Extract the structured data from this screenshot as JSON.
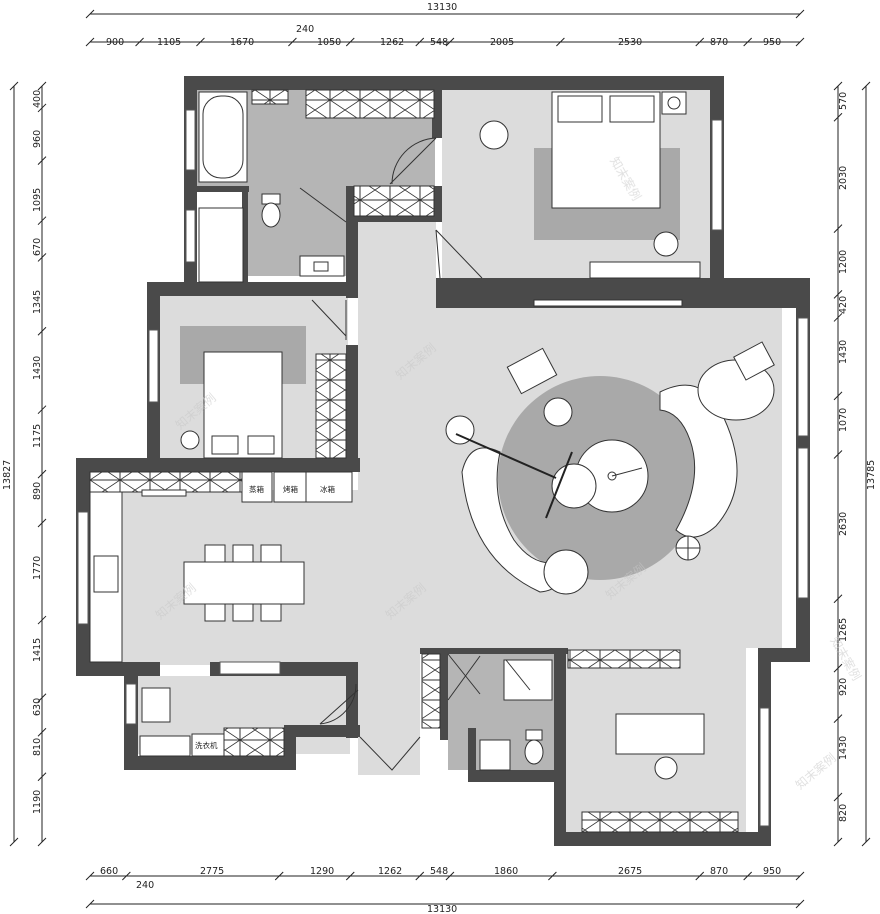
{
  "colors": {
    "wall": "#4a4a4a",
    "room_floor": "#dcdcdc",
    "wet_floor": "#b5b5b5",
    "rug": "#a9a9a9",
    "furniture": "#ffffff",
    "dimension_line": "#222222"
  },
  "dimensions": {
    "top_total": "13130",
    "top_segments": [
      "900",
      "1105",
      "1670",
      "1050",
      "1262",
      "548",
      "2005",
      "2530",
      "870",
      "950"
    ],
    "top_extra": "240",
    "bottom_total": "13130",
    "bottom_segments": [
      "660",
      "2775",
      "1290",
      "1262",
      "548",
      "1860",
      "2675",
      "870",
      "950"
    ],
    "bottom_extra": "240",
    "left_total": "13827",
    "left_segments": [
      "400",
      "960",
      "1095",
      "670",
      "1345",
      "1430",
      "1175",
      "890",
      "1770",
      "1415",
      "630",
      "810",
      "1190"
    ],
    "right_total": "13785",
    "right_segments": [
      "570",
      "2030",
      "1200",
      "420",
      "1430",
      "1070",
      "2630",
      "1265",
      "920",
      "1430",
      "820"
    ]
  },
  "labels": {
    "cabinet_steam": "蒸箱",
    "cabinet_oven": "烤箱",
    "cabinet_fridge": "冰箱",
    "washing_machine": "洗衣机"
  },
  "watermark": "知末案例"
}
